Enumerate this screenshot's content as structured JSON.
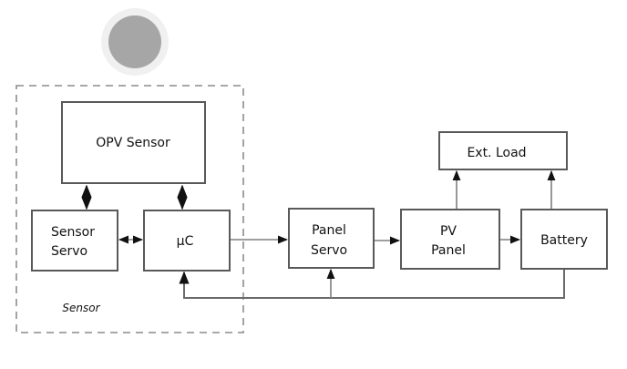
{
  "diagram": {
    "group": {
      "label": "Sensor"
    },
    "indicator": {
      "outer_color": "#f0f0f0",
      "inner_color": "#a6a6a6"
    },
    "blocks": {
      "opv_sensor": {
        "lines": [
          "OPV Sensor"
        ]
      },
      "sensor_servo": {
        "lines": [
          "Sensor",
          "Servo"
        ]
      },
      "microcontroller": {
        "lines": [
          "µC"
        ]
      },
      "panel_servo": {
        "lines": [
          "Panel",
          "Servo"
        ]
      },
      "pv_panel": {
        "lines": [
          "PV",
          "Panel"
        ]
      },
      "battery": {
        "lines": [
          "Battery"
        ]
      },
      "ext_load": {
        "lines": [
          "Ext. Load"
        ]
      }
    },
    "connections": [
      {
        "from": "opv_sensor",
        "to": "sensor_servo",
        "type": "bidirectional"
      },
      {
        "from": "opv_sensor",
        "to": "microcontroller",
        "type": "bidirectional"
      },
      {
        "from": "sensor_servo",
        "to": "microcontroller",
        "type": "bidirectional"
      },
      {
        "from": "microcontroller",
        "to": "panel_servo",
        "type": "arrow"
      },
      {
        "from": "panel_servo",
        "to": "pv_panel",
        "type": "arrow"
      },
      {
        "from": "pv_panel",
        "to": "battery",
        "type": "arrow"
      },
      {
        "from": "pv_panel",
        "to": "ext_load",
        "type": "arrow"
      },
      {
        "from": "battery",
        "to": "ext_load",
        "type": "arrow"
      },
      {
        "from": "battery",
        "to": "panel_servo",
        "type": "arrow"
      },
      {
        "from": "battery",
        "to": "microcontroller",
        "type": "arrow"
      }
    ]
  }
}
